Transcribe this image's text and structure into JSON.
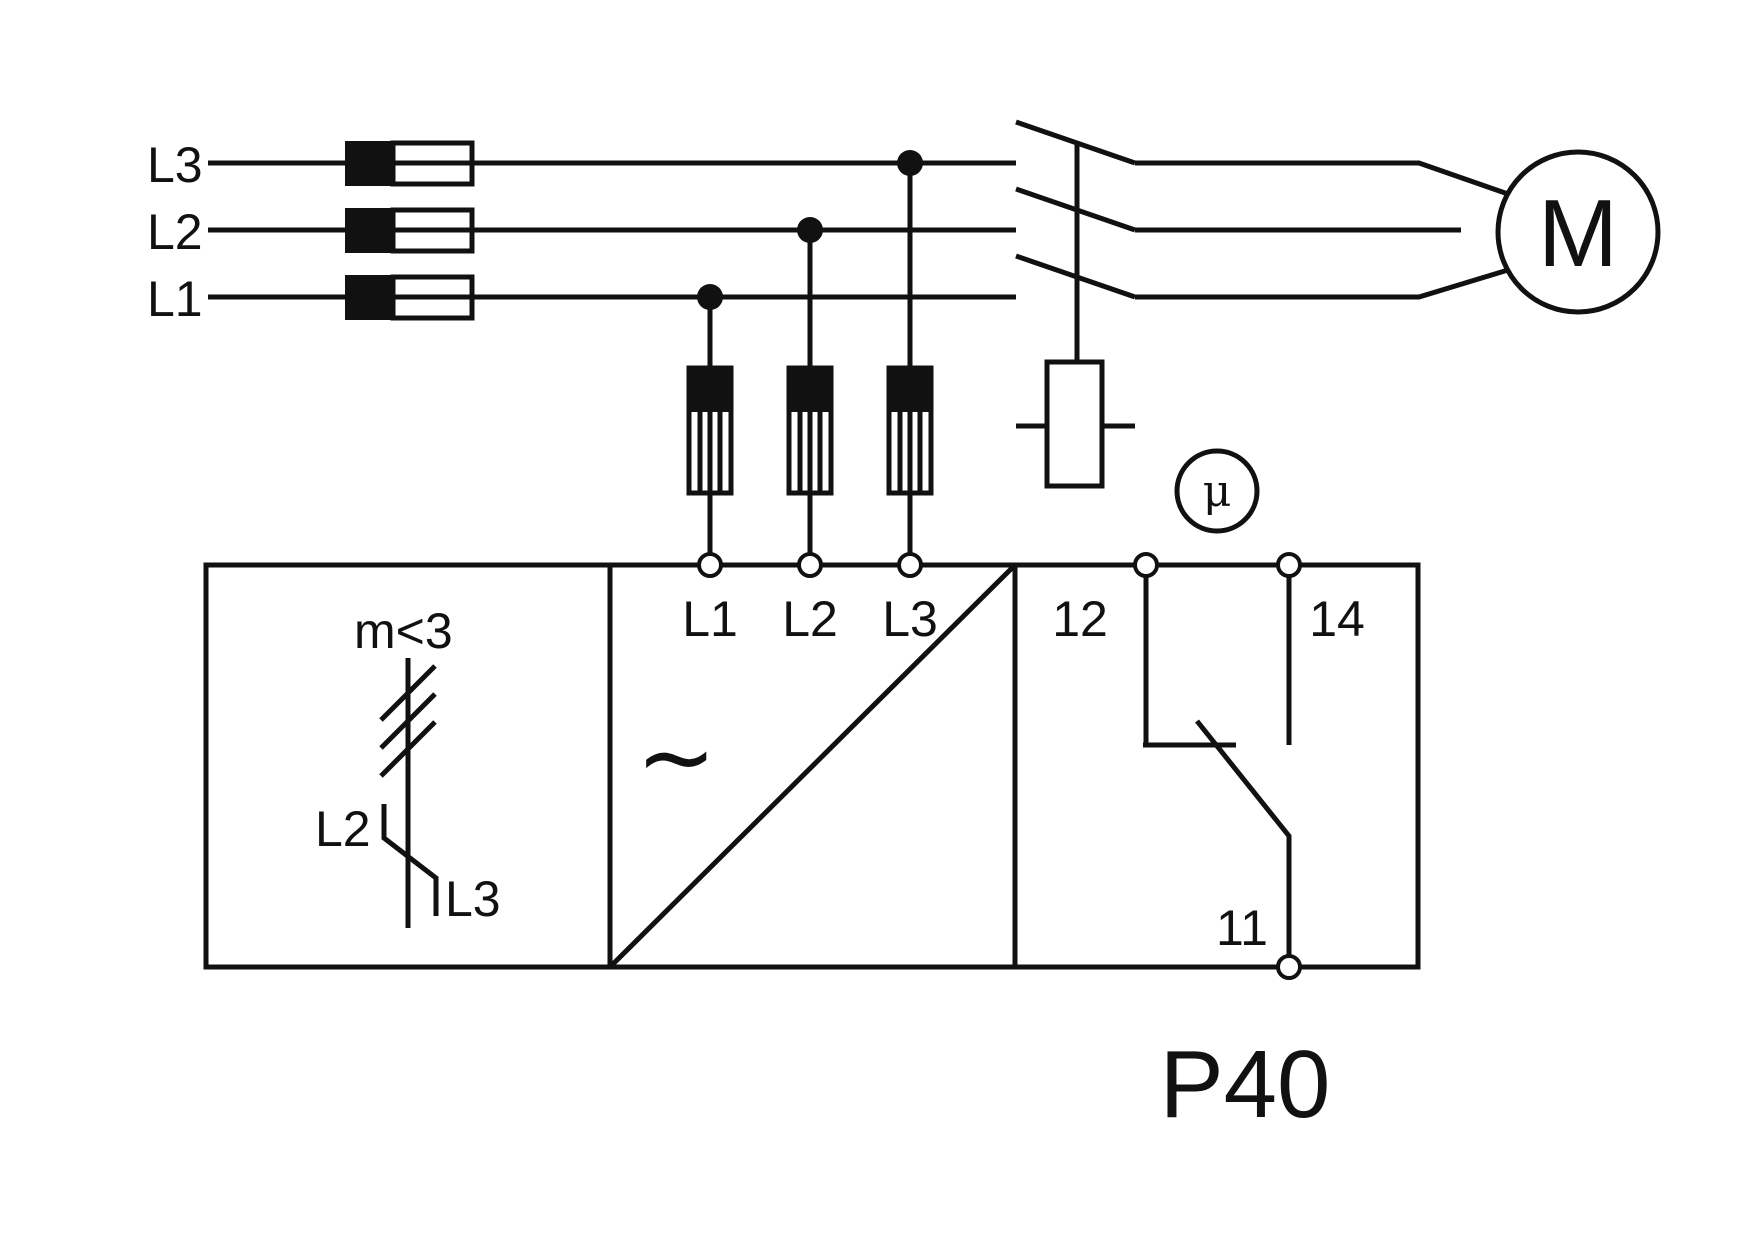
{
  "supply": {
    "line_labels": [
      "L3",
      "L2",
      "L1"
    ]
  },
  "motor": {
    "label": "M"
  },
  "relay": {
    "model": "P40",
    "indicator_symbol": "μ",
    "input_terminals": [
      "L1",
      "L2",
      "L3"
    ],
    "contact_terminals": {
      "nc": "12",
      "no": "14",
      "common": "11"
    },
    "phase_monitor": {
      "condition": "m<3",
      "sequence_labels": [
        "L2",
        "L3"
      ]
    },
    "converter_symbol": "~"
  },
  "colors": {
    "line": "#111111",
    "background": "#ffffff"
  }
}
